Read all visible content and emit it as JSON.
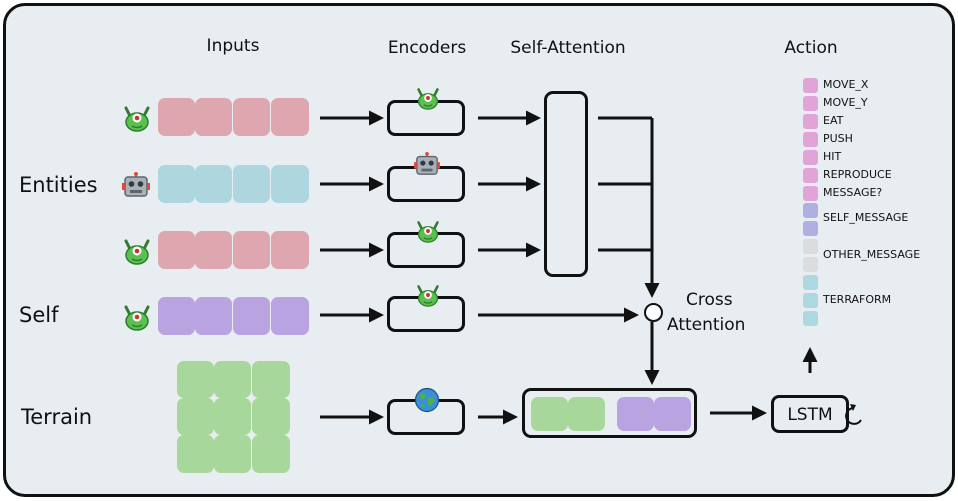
{
  "headers": {
    "inputs": "Inputs",
    "encoders": "Encoders",
    "self_attention": "Self-Attention",
    "action": "Action"
  },
  "row_labels": {
    "entities": "Entities",
    "self": "Self",
    "terrain": "Terrain"
  },
  "cross_attention": {
    "line1": "Cross",
    "line2": "Attention"
  },
  "lstm_label": "LSTM",
  "actions": [
    {
      "label": "MOVE_X",
      "color": "#e2a3d8"
    },
    {
      "label": "MOVE_Y",
      "color": "#e2a3d8"
    },
    {
      "label": "EAT",
      "color": "#e2a3d8"
    },
    {
      "label": "PUSH",
      "color": "#e2a3d8"
    },
    {
      "label": "HIT",
      "color": "#e2a3d8"
    },
    {
      "label": "REPRODUCE",
      "color": "#e2a3d8"
    },
    {
      "label": "MESSAGE?",
      "color": "#e2a3d8"
    },
    {
      "label": "SELF_MESSAGE",
      "color": "#aeb0e2"
    },
    {
      "label": "OTHER_MESSAGE",
      "color": "#dcdcdc"
    },
    {
      "label": "TERRAFORM",
      "color": "#add8df"
    }
  ],
  "colors": {
    "background": "#e8edf1",
    "pink": "#dea6ae",
    "blue": "#aed6df",
    "purple": "#b9a3e0",
    "green": "#a7d79b",
    "alien": "#5bc14e",
    "robot": "#a9b1b8"
  },
  "icons": {
    "entity_row_1": "green-alien-icon",
    "entity_row_2": "robot-icon",
    "entity_row_3": "green-alien-icon",
    "self_row": "green-alien-icon",
    "terrain_encoder": "earth-globe-icon",
    "lstm_loop": "recurrent-loop-icon"
  }
}
